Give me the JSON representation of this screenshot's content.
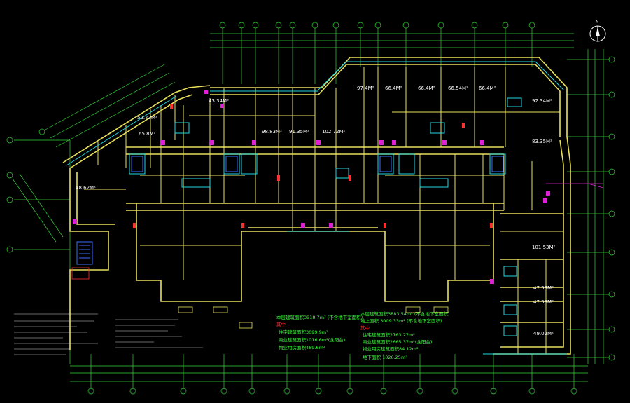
{
  "colors": {
    "background": "#000000",
    "wall": "#e8e05a",
    "grid": "#34d33a",
    "dimension": "#2ee04a",
    "cyan": "#20d8e0",
    "magenta": "#e020d8",
    "red": "#ff3030",
    "blue": "#3a6cff",
    "white": "#ffffff",
    "note_green": "#3cff3c",
    "note_red": "#ff2a2a"
  },
  "north_arrow": {
    "glyph": "N"
  },
  "room_areas": [
    {
      "id": "a1",
      "text": "43.34M²"
    },
    {
      "id": "a2",
      "text": "52.72M²"
    },
    {
      "id": "a3",
      "text": "65.8M²"
    },
    {
      "id": "a4",
      "text": "98.83M²"
    },
    {
      "id": "a5",
      "text": "91.35M²"
    },
    {
      "id": "a6",
      "text": "102.72M²"
    },
    {
      "id": "a7",
      "text": "97.4M²"
    },
    {
      "id": "a8",
      "text": "66.4M²"
    },
    {
      "id": "a9",
      "text": "66.4M²"
    },
    {
      "id": "a10",
      "text": "66.54M²"
    },
    {
      "id": "a11",
      "text": "66.4M²"
    },
    {
      "id": "a12",
      "text": "92.34M²"
    },
    {
      "id": "a13",
      "text": "83.35M²"
    },
    {
      "id": "a14",
      "text": "48.62M²"
    },
    {
      "id": "a15",
      "text": "101.53M²"
    },
    {
      "id": "a16",
      "text": "47.53M²"
    },
    {
      "id": "a17",
      "text": "47.53M²"
    },
    {
      "id": "a18",
      "text": "49.02M²"
    }
  ],
  "notes": {
    "left_title": "本层建筑面积3918.7m² (不含地下室面积)",
    "left_sub": "其中",
    "left_lines": [
      "住宅建筑面积3099.9m²",
      "商业建筑面积1016.6m²(含阳台)",
      "物业用房面积489.6m²"
    ],
    "right_title": "本层建筑面积3883.54m² (不含地下室面积)",
    "right_sub": "地上面积 3009.33m² (不含地下室面积)",
    "right_sub2": "其中",
    "right_lines": [
      "住宅建筑面积2763.27m²",
      "商业建筑面积2665.37m²(含阳台)",
      "物业用房建筑面积84.12m²"
    ],
    "right_last": "地下面积 1026.25m²"
  }
}
